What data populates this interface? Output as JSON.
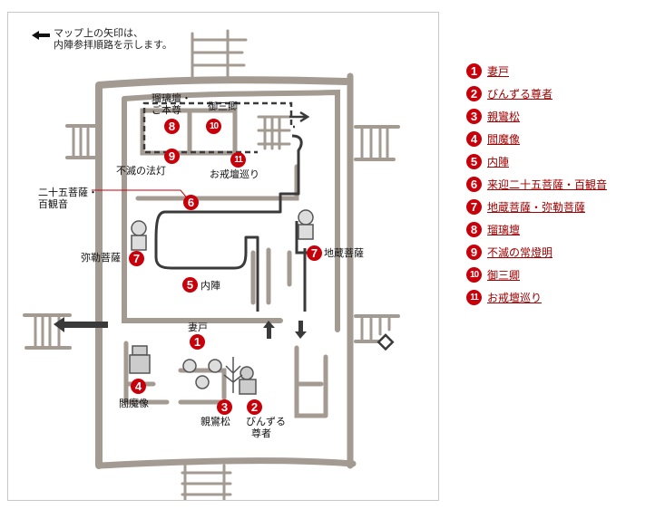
{
  "map": {
    "note_lines": [
      "マップ上の矢印は、",
      "内陣参拝順路を示します。"
    ],
    "labels": {
      "tsumado": "妻戸",
      "binzuru": [
        "びんずる",
        "尊者"
      ],
      "shinranmatsu": "親鸞松",
      "enmazo": "閻魔像",
      "naijin": "内陣",
      "bosatsu25": [
        "二十五菩薩・",
        "百観音"
      ],
      "miroku": "弥勒菩薩",
      "jizo": "地蔵菩薩",
      "rurudan": [
        "瑠璃壇・",
        "ご本尊"
      ],
      "gosankyo": "御三卿",
      "fumetsu": "不滅の法灯",
      "okaidan": "お戒壇巡り"
    },
    "badges": [
      "1",
      "2",
      "3",
      "4",
      "5",
      "6",
      "7",
      "7",
      "8",
      "9",
      "10",
      "11"
    ],
    "colors": {
      "badge": "#c8000a",
      "wall": "#a39a92",
      "path": "#3a3a3a",
      "link": "#a00000"
    }
  },
  "legend": {
    "items": [
      {
        "num": "1",
        "label": "妻戸"
      },
      {
        "num": "2",
        "label": "びんずる尊者"
      },
      {
        "num": "3",
        "label": "親鸞松"
      },
      {
        "num": "4",
        "label": "閻魔像"
      },
      {
        "num": "5",
        "label": "内陣"
      },
      {
        "num": "6",
        "label": "来迎二十五菩薩・百観音"
      },
      {
        "num": "7",
        "label": "地蔵菩薩・弥勒菩薩"
      },
      {
        "num": "8",
        "label": "瑠璃壇"
      },
      {
        "num": "9",
        "label": "不滅の常燈明"
      },
      {
        "num": "10",
        "label": "御三卿"
      },
      {
        "num": "11",
        "label": "お戒壇巡り"
      }
    ]
  }
}
